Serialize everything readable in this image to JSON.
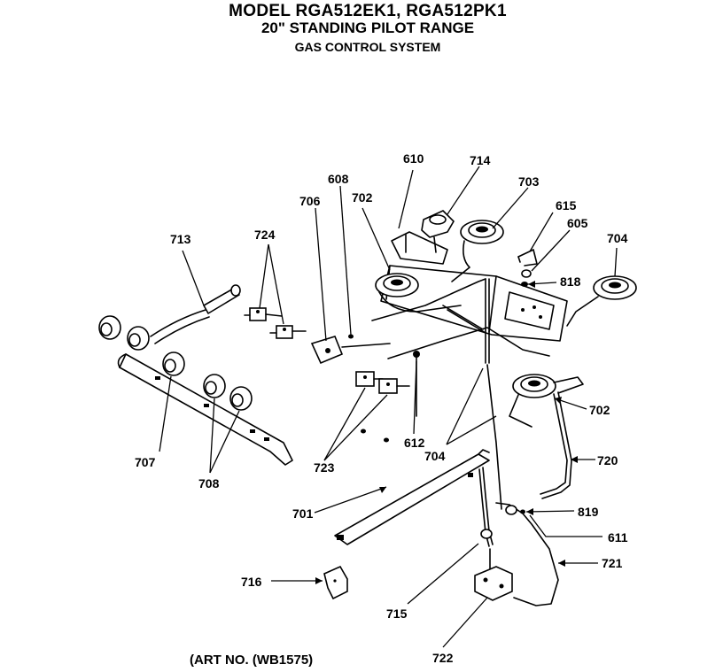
{
  "header": {
    "model_line": "MODEL RGA512EK1, RGA512PK1",
    "product_line": "20\" STANDING PILOT RANGE",
    "section_line": "GAS CONTROL SYSTEM"
  },
  "footer": {
    "art_number": "(ART NO. (WB1575)"
  },
  "callouts": {
    "c610": "610",
    "c714": "714",
    "c703": "703",
    "c615": "615",
    "c605": "605",
    "c704a": "704",
    "c713": "713",
    "c724": "724",
    "c706": "706",
    "c608": "608",
    "c702a": "702",
    "c818": "818",
    "c702b": "702",
    "c720": "720",
    "c707": "707",
    "c708": "708",
    "c723": "723",
    "c612": "612",
    "c704b": "704",
    "c819": "819",
    "c701": "701",
    "c611": "611",
    "c721": "721",
    "c716": "716",
    "c715": "715",
    "c722": "722"
  }
}
